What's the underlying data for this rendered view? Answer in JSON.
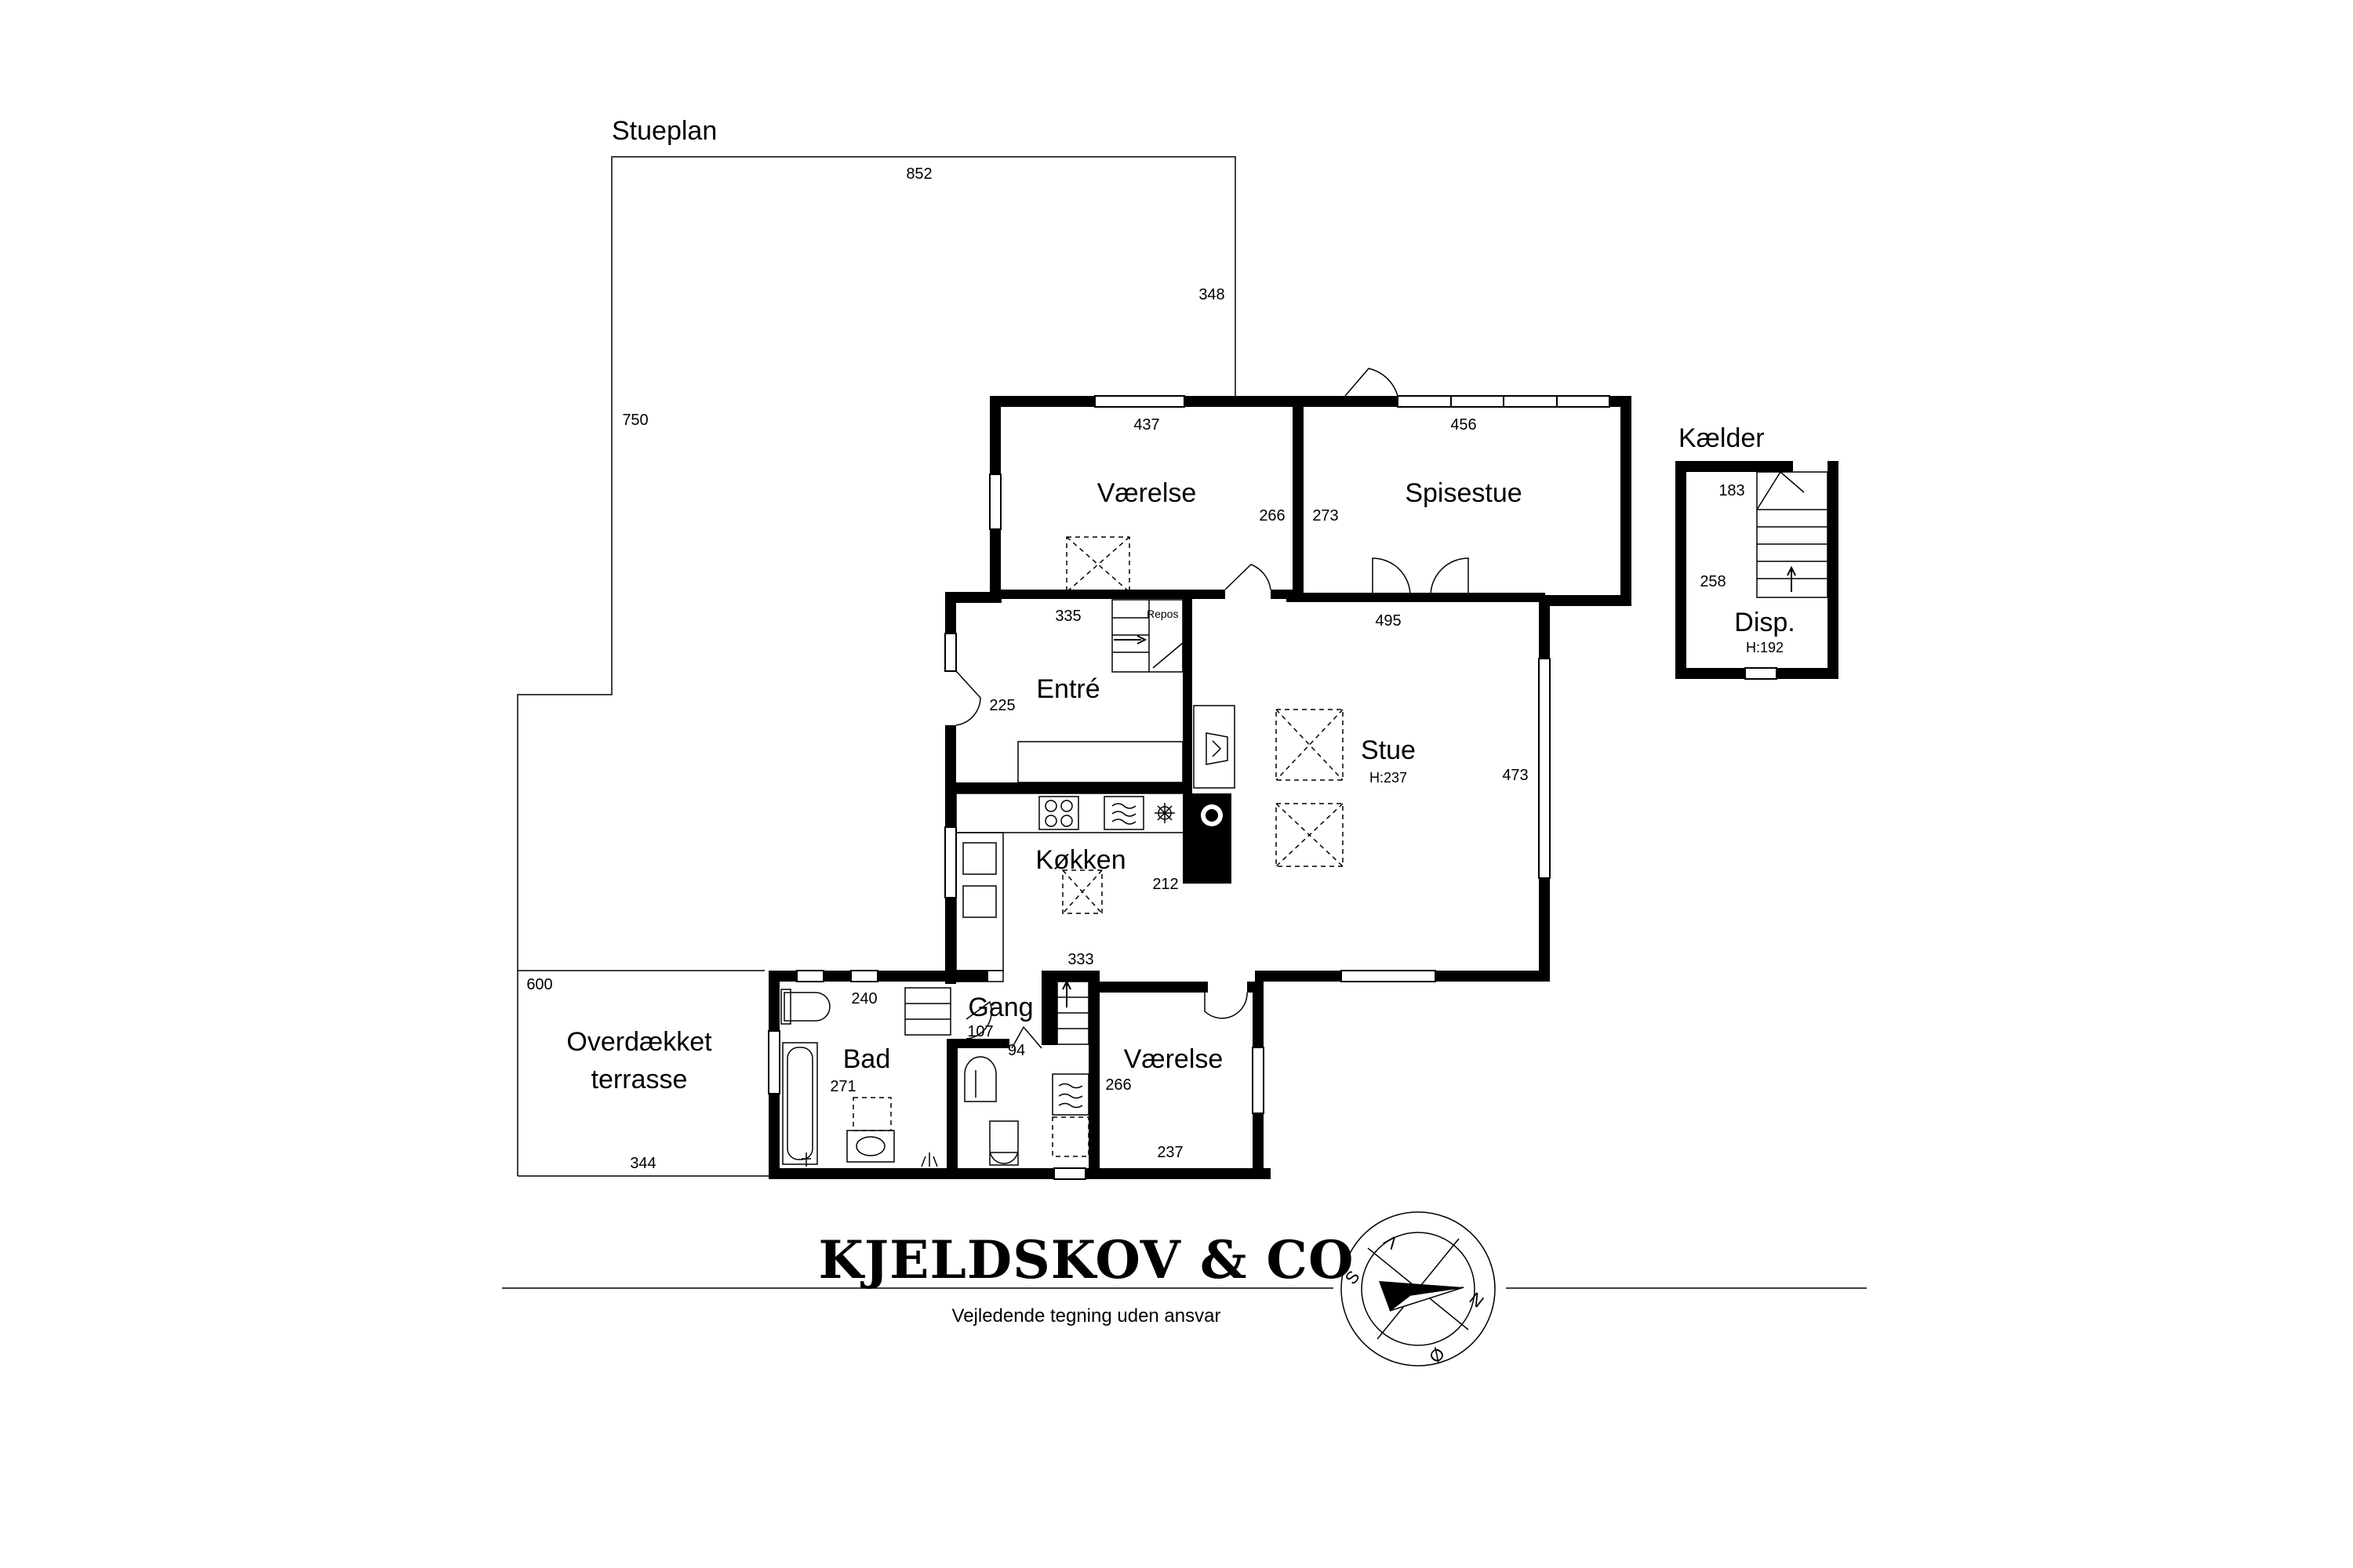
{
  "plans": {
    "ground_title": "Stueplan",
    "basement_title": "Kælder"
  },
  "rooms": {
    "vaerelse_1": "Værelse",
    "spisestue": "Spisestue",
    "entre": "Entré",
    "stue": "Stue",
    "stue_height": "H:237",
    "koekken": "Køkken",
    "gang": "Gang",
    "bad": "Bad",
    "vaerelse_2": "Værelse",
    "terrasse_line1": "Overdækket",
    "terrasse_line2": "terrasse",
    "disp": "Disp.",
    "disp_height": "H:192",
    "repos": "Repos"
  },
  "dimensions": {
    "plot_top": "852",
    "plot_right": "348",
    "plot_left": "750",
    "terrace_top": "600",
    "terrace_bottom": "344",
    "vaerelse1_top": "437",
    "vaerelse1_side": "266",
    "spisestue_top": "456",
    "spisestue_side": "273",
    "entre_top": "335",
    "entre_side": "225",
    "stue_top": "495",
    "stue_side": "473",
    "koekken_side": "212",
    "gang_top": "333",
    "bad_top": "240",
    "bad_side": "271",
    "gang_side": "107",
    "gang_width": "94",
    "vaerelse2_side": "266",
    "vaerelse2_bottom": "237",
    "kaelder_top": "183",
    "kaelder_side": "258"
  },
  "footer": {
    "brand": "KJELDSKOV & CO",
    "disclaimer": "Vejledende tegning uden ansvar"
  },
  "compass": {
    "north": "N",
    "south": "S",
    "east": "Ø",
    "west": "V"
  }
}
